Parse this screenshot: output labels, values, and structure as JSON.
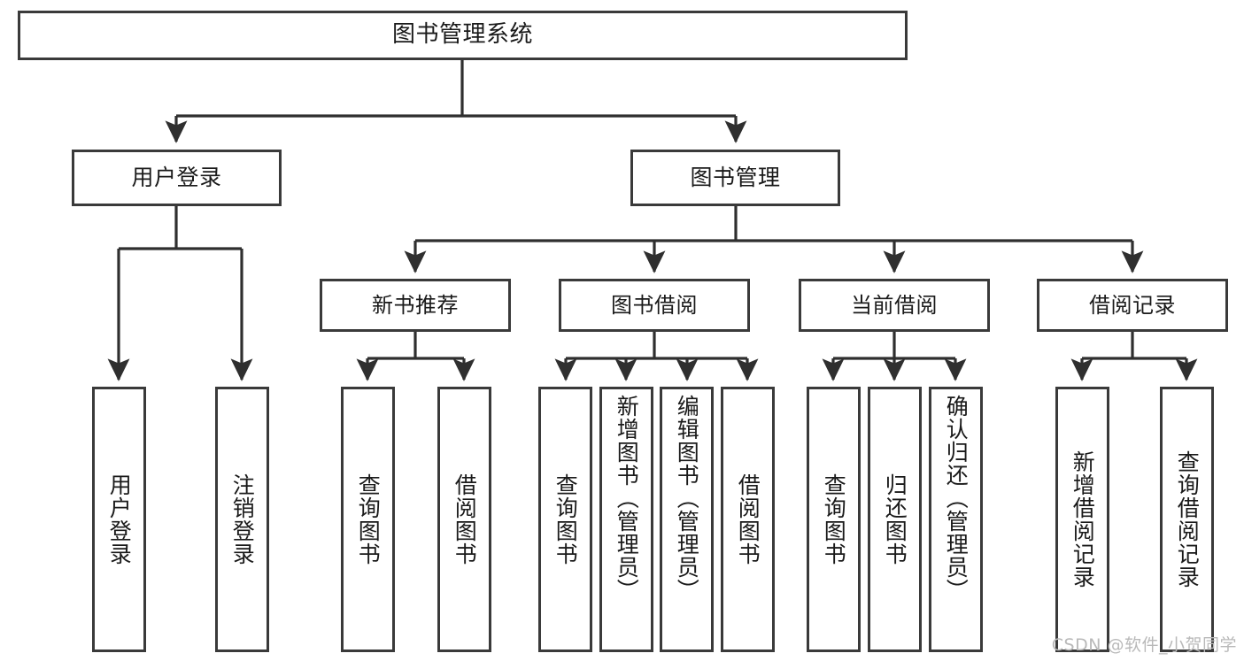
{
  "diagram": {
    "title": "图书管理系统",
    "watermark": "CSDN @软件_小贺同学",
    "colors": {
      "box_border": "#3a3a3a",
      "box_fill": "#ffffff",
      "connector": "#2f2f2f",
      "text": "#1a1a1a",
      "watermark": "#b9b9b9",
      "background": "#ffffff"
    },
    "root": {
      "label": "图书管理系统"
    },
    "level1": [
      {
        "label": "用户登录"
      },
      {
        "label": "图书管理"
      }
    ],
    "level2": [
      {
        "label": "新书推荐"
      },
      {
        "label": "图书借阅"
      },
      {
        "label": "当前借阅"
      },
      {
        "label": "借阅记录"
      }
    ],
    "leaves": {
      "user_login": [
        {
          "label": "用户登录"
        },
        {
          "label": "注销登录"
        }
      ],
      "new_book_recommend": [
        {
          "label": "查询图书"
        },
        {
          "label": "借阅图书"
        }
      ],
      "book_borrow": [
        {
          "label": "查询图书"
        },
        {
          "label": "新增图书（管理员）"
        },
        {
          "label": "编辑图书（管理员）"
        },
        {
          "label": "借阅图书"
        }
      ],
      "current_borrow": [
        {
          "label": "查询图书"
        },
        {
          "label": "归还图书"
        },
        {
          "label": "确认归还（管理员）"
        }
      ],
      "borrow_record": [
        {
          "label": "新增借阅记录"
        },
        {
          "label": "查询借阅记录"
        }
      ]
    }
  }
}
